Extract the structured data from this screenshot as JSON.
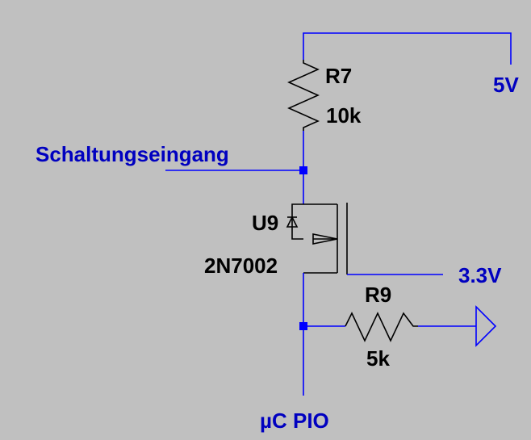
{
  "schematic": {
    "components": {
      "r7": {
        "ref": "R7",
        "value": "10k"
      },
      "u9": {
        "ref": "U9",
        "value": "2N7002"
      },
      "r9": {
        "ref": "R9",
        "value": "5k"
      }
    },
    "nets": {
      "supply_5v": "5V",
      "supply_3v3": "3.3V",
      "input": "Schaltungseingang",
      "output": "µC PIO"
    },
    "colors": {
      "background": "#c0c0c0",
      "wire": "#0000ff",
      "component": "#000000",
      "net_label": "#0000c0"
    }
  }
}
